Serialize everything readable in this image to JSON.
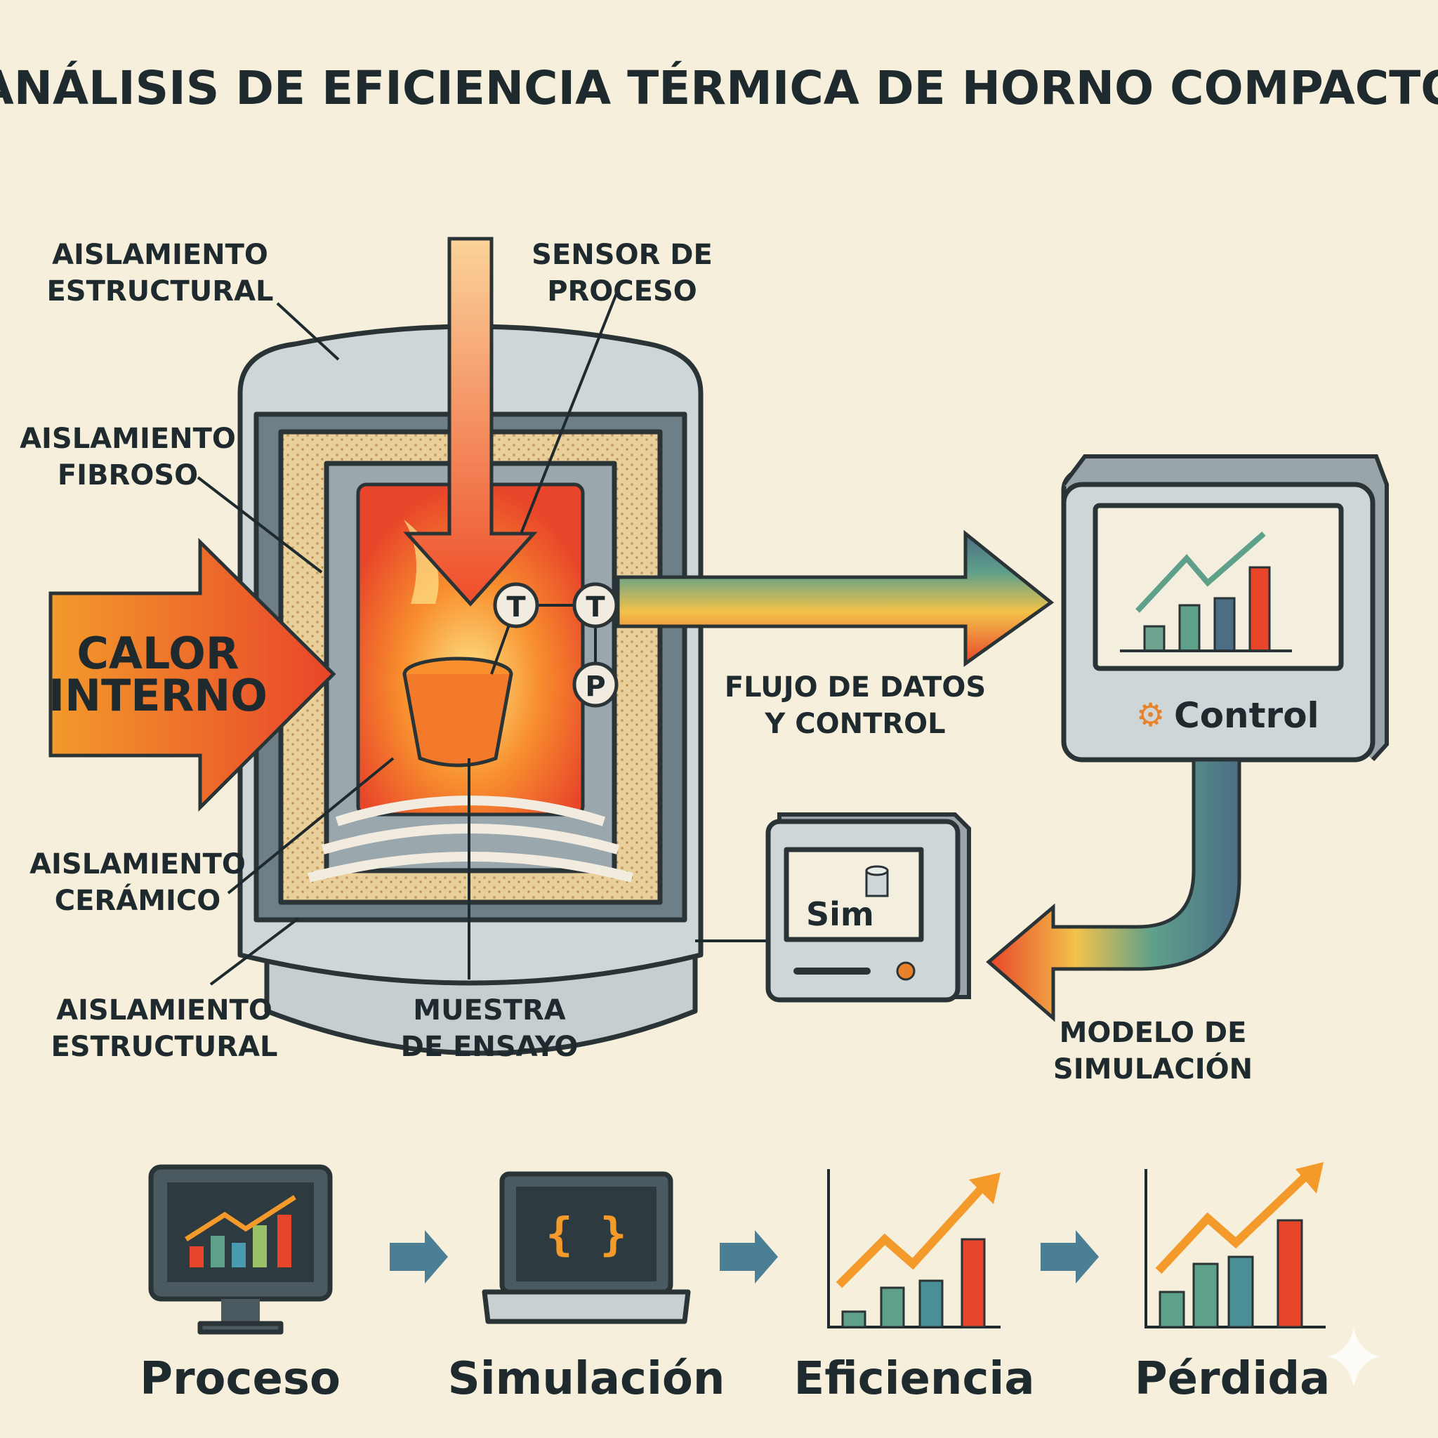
{
  "title": "ANÁLISIS DE EFICIENCIA TÉRMICA DE HORNO COMPACTO",
  "labels": {
    "aislamiento_estructural_top": [
      "AISLAMIENTO",
      "ESTRUCTURAL"
    ],
    "aislamiento_fibroso": [
      "AISLAMIENTO",
      "FIBROSO"
    ],
    "aislamiento_ceramico": [
      "AISLAMIENTO",
      "CERÁMICO"
    ],
    "aislamiento_estructural_bottom": [
      "AISLAMIENTO",
      "ESTRUCTURAL"
    ],
    "sensor_de_proceso": [
      "SENSOR DE",
      "PROCESO"
    ],
    "muestra_de_ensayo": [
      "MUESTRA",
      "DE ENSAYO"
    ],
    "calor_interno": [
      "CALOR",
      "INTERNO"
    ],
    "flujo_de_datos": [
      "FLUJO DE DATOS",
      "Y CONTROL"
    ],
    "modelo_de_simulacion": [
      "MODELO DE",
      "SIMULACIÓN"
    ]
  },
  "sensors": [
    "T",
    "T",
    "P"
  ],
  "control_panel": {
    "label": "Control",
    "icon": "gear-icon"
  },
  "sim_panel": {
    "label": "Sim",
    "icon": "database-icon"
  },
  "workflow": [
    {
      "label": "Proceso",
      "icon": "monitor-chart-icon"
    },
    {
      "label": "Simulación",
      "icon": "laptop-code-icon",
      "code": "{ }"
    },
    {
      "label": "Eficiencia",
      "icon": "growth-chart-icon"
    },
    {
      "label": "Pérdida",
      "icon": "growth-chart-icon"
    }
  ],
  "colors": {
    "background": "#f5efdc",
    "hot": "#f0522a",
    "orange": "#f39a2b",
    "teal": "#3f8f86",
    "slate": "#4b6e85",
    "steel": "#c9d0d2"
  }
}
